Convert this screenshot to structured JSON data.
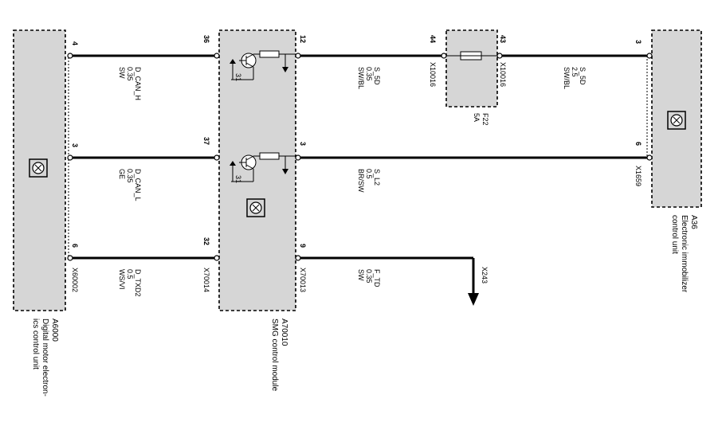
{
  "modules": {
    "a6000": {
      "ref": "A6000",
      "name_l1": "Digital motor electron-",
      "name_l2": "ics control unit",
      "connector": "X60002"
    },
    "a70010": {
      "ref": "A70010",
      "name": "SMG control module",
      "conn_left": "X70014",
      "conn_right": "X70013"
    },
    "a36": {
      "ref": "A36",
      "name_l1": "Electronic immobilizer",
      "name_l2": "control unit",
      "connector": "X1659"
    },
    "f22": {
      "ref": "F22",
      "rating": "5A",
      "conn_left": "X10016",
      "conn_right": "X10016"
    }
  },
  "wires": [
    {
      "id": "d_can_h",
      "pin_a": "4",
      "pin_b": "36",
      "signal": "D_CAN_H",
      "size": "0.35",
      "color": "SW"
    },
    {
      "id": "d_can_l",
      "pin_a": "3",
      "pin_b": "37",
      "signal": "D_CAN_L",
      "size": "0.35",
      "color": "GE"
    },
    {
      "id": "d_txd2",
      "pin_a": "6",
      "pin_b": "32",
      "signal": "D_TXD2",
      "size": "0.5",
      "color": "WS/VI"
    },
    {
      "id": "s_5d_a",
      "pin_a": "12",
      "pin_b": "44",
      "signal": "S_5D",
      "size": "0.35",
      "color": "SW/BL"
    },
    {
      "id": "s_5d_b",
      "pin_a": "43",
      "pin_b": "3",
      "signal": "S_5D",
      "size": "2.5",
      "color": "SW/BL"
    },
    {
      "id": "s_l2",
      "pin_a": "3",
      "pin_b": "6",
      "signal": "S_L2",
      "size": "0.5",
      "color": "BR/SW"
    },
    {
      "id": "f_td",
      "pin_a": "9",
      "signal": "F_TD",
      "size": "0.35",
      "color": "SW",
      "target": "X243"
    }
  ],
  "symbols": {
    "transistor_pin": "31"
  }
}
